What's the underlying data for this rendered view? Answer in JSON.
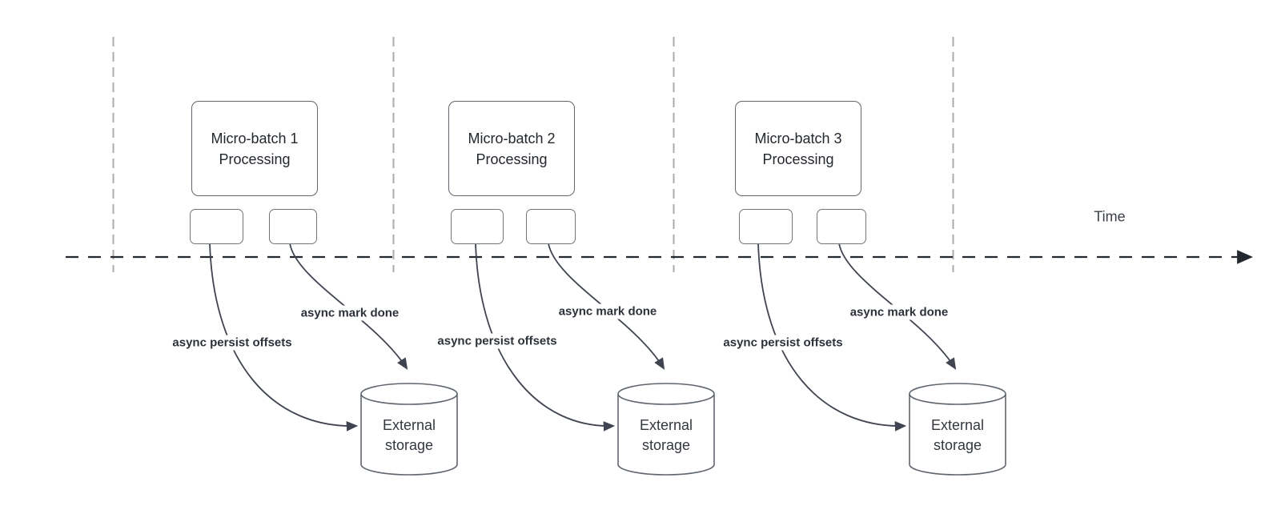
{
  "time_label": "Time",
  "groups": [
    {
      "batch_line1": "Micro-batch 1",
      "batch_line2": "Processing",
      "persist_label": "async persist offsets",
      "done_label": "async mark done",
      "storage_line1": "External",
      "storage_line2": "storage"
    },
    {
      "batch_line1": "Micro-batch 2",
      "batch_line2": "Processing",
      "persist_label": "async persist offsets",
      "done_label": "async mark done",
      "storage_line1": "External",
      "storage_line2": "storage"
    },
    {
      "batch_line1": "Micro-batch 3",
      "batch_line2": "Processing",
      "persist_label": "async persist offsets",
      "done_label": "async mark done",
      "storage_line1": "External",
      "storage_line2": "storage"
    }
  ],
  "colors": {
    "background": "#ffffff",
    "shape_stroke": "#60666e",
    "curve_stroke": "#3f4450",
    "timeline_stroke": "#23272e",
    "interval_guide_stroke": "#ababab",
    "shape_text": "#23272e",
    "label_text": "#2c313a"
  }
}
